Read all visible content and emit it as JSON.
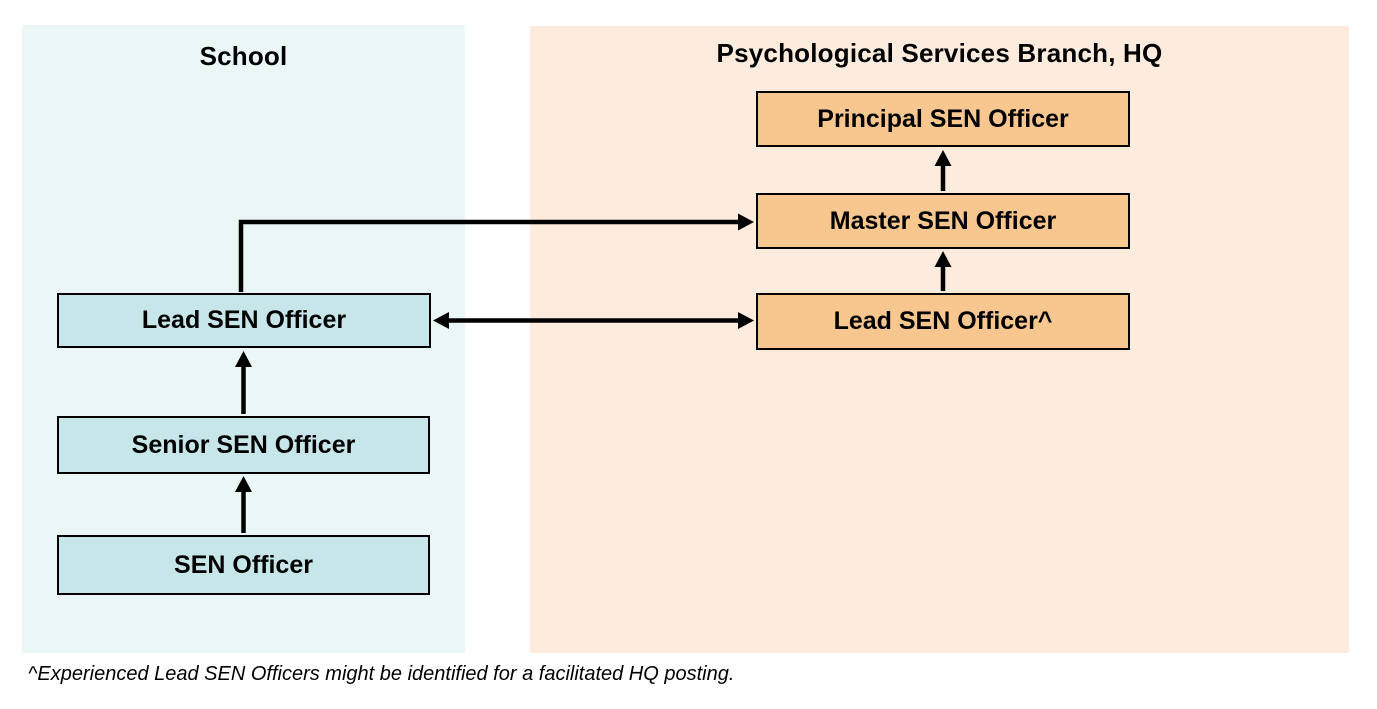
{
  "diagram": {
    "panels": {
      "school": {
        "title": "School",
        "boxes": {
          "sen": "SEN Officer",
          "senior": "Senior SEN Officer",
          "lead": "Lead SEN Officer"
        }
      },
      "hq": {
        "title": "Psychological Services Branch, HQ",
        "boxes": {
          "lead": "Lead SEN Officer^",
          "master": "Master SEN Officer",
          "principal": "Principal SEN Officer"
        }
      }
    },
    "connections": [
      {
        "from": "SEN Officer (School)",
        "to": "Senior SEN Officer (School)",
        "type": "arrow-up"
      },
      {
        "from": "Senior SEN Officer (School)",
        "to": "Lead SEN Officer (School)",
        "type": "arrow-up"
      },
      {
        "from": "Lead SEN Officer (School)",
        "to": "Master SEN Officer (HQ)",
        "type": "elbow-arrow-right"
      },
      {
        "from": "Lead SEN Officer (School)",
        "to": "Lead SEN Officer^ (HQ)",
        "type": "bidirectional-arrow"
      },
      {
        "from": "Lead SEN Officer^ (HQ)",
        "to": "Master SEN Officer (HQ)",
        "type": "arrow-up"
      },
      {
        "from": "Master SEN Officer (HQ)",
        "to": "Principal SEN Officer (HQ)",
        "type": "arrow-up"
      }
    ],
    "footnote": "^Experienced Lead SEN Officers might be identified for a facilitated HQ posting.",
    "colors": {
      "page_bg": "#ffffff",
      "school_panel_bg": "#ebf7f6",
      "school_box_bg": "#c7e6ea",
      "hq_panel_bg": "#fdecde",
      "hq_box_bg": "#f8c68f",
      "box_border": "#000000",
      "arrow": "#000000",
      "text": "#000000"
    }
  }
}
